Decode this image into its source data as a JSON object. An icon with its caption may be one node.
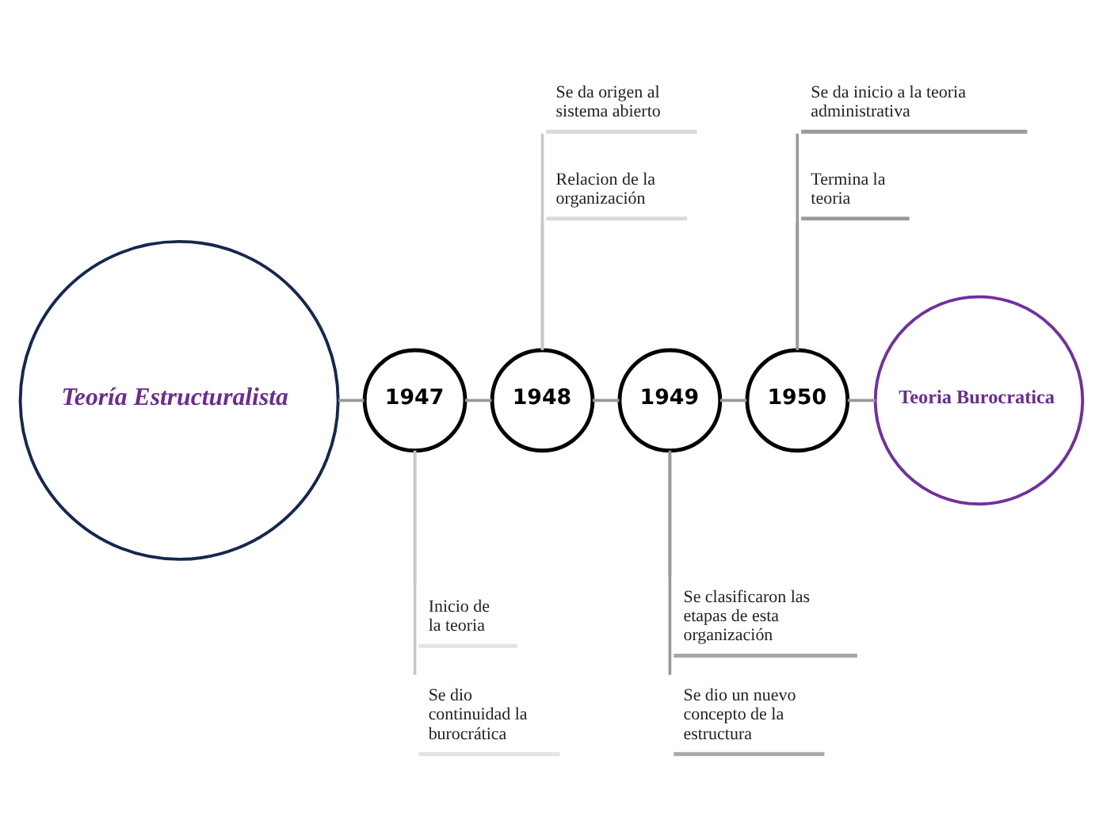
{
  "diagram": {
    "nodes": [
      {
        "text": [
          "Teoría Estructuralista"
        ]
      },
      {
        "text": [
          "1947"
        ]
      },
      {
        "text": [
          "1948"
        ]
      },
      {
        "text": [
          "1949"
        ]
      },
      {
        "text": [
          "1950"
        ]
      },
      {
        "text": [
          "Teoria Burocratica"
        ]
      },
      {
        "text": [
          "Se da origen al sistema abierto"
        ]
      },
      {
        "text": [
          "Relacion de la organización"
        ]
      },
      {
        "text": [
          "Se da inicio a la teoria administrativa"
        ]
      },
      {
        "text": [
          "Termina la teoria"
        ]
      },
      {
        "text": [
          "Inicio de la teoria"
        ]
      },
      {
        "text": [
          "Se dio continuidad la burocrática"
        ]
      },
      {
        "text": [
          "Se clasificaron las etapas de esta organización"
        ]
      },
      {
        "text": [
          "Se dio un nuevo concepto de la estructura"
        ]
      }
    ],
    "edges": [
      {
        "from": 0,
        "to": 1,
        "arrow": "none"
      },
      {
        "from": 1,
        "to": 2,
        "arrow": "none"
      },
      {
        "from": 2,
        "to": 3,
        "arrow": "none"
      },
      {
        "from": 3,
        "to": 4,
        "arrow": "none"
      },
      {
        "from": 4,
        "to": 5,
        "arrow": "none"
      },
      {
        "from": 2,
        "to": 6,
        "arrow": "none",
        "color": "#c8c8c8"
      },
      {
        "from": 2,
        "to": 7,
        "arrow": "none",
        "color": "#c8c8c8"
      },
      {
        "from": 4,
        "to": 8,
        "arrow": "none"
      },
      {
        "from": 4,
        "to": 9,
        "arrow": "none"
      },
      {
        "from": 1,
        "to": 10,
        "arrow": "none",
        "color": "#c8c8c8"
      },
      {
        "from": 1,
        "to": 11,
        "arrow": "none",
        "color": "#c8c8c8"
      },
      {
        "from": 3,
        "to": 12,
        "arrow": "none"
      },
      {
        "from": 3,
        "to": 13,
        "arrow": "none"
      }
    ]
  }
}
